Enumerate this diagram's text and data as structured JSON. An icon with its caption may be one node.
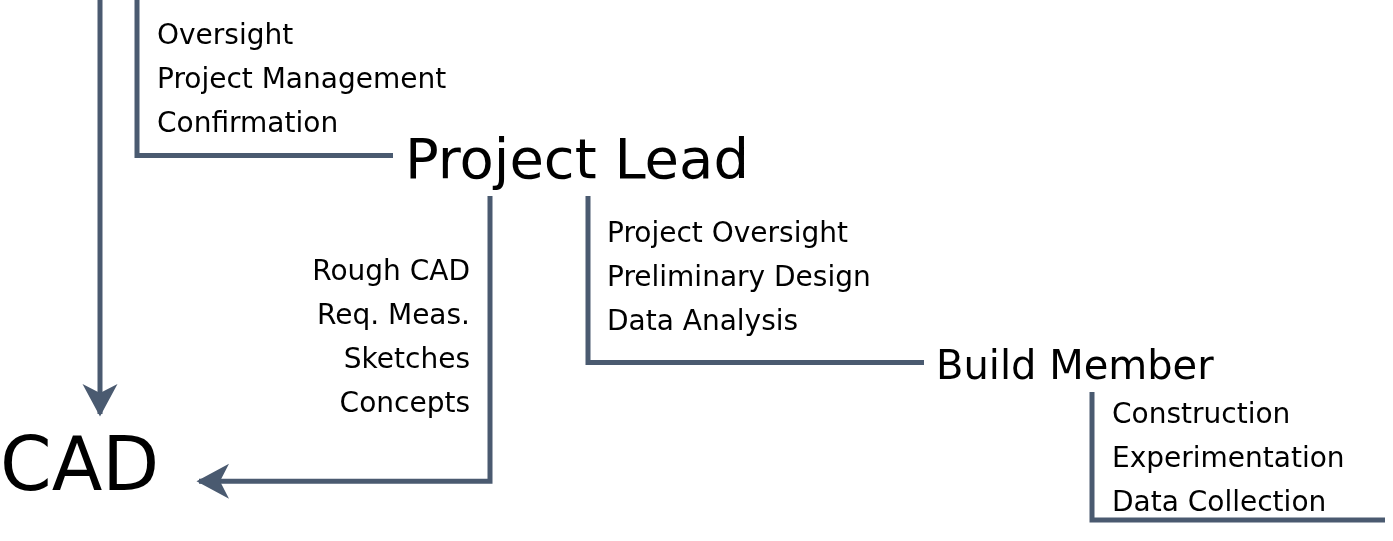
{
  "diagram": {
    "nodes": [
      {
        "text": [
          "Project Lead"
        ]
      },
      {
        "text": [
          "Build Member"
        ]
      },
      {
        "text": [
          "CAD"
        ]
      }
    ],
    "edges": [
      {
        "from": null,
        "to": 2,
        "arrow": "to"
      },
      {
        "from": null,
        "to": 0,
        "arrow": "none"
      },
      {
        "from": 0,
        "to": 2,
        "arrow": "to"
      },
      {
        "from": 0,
        "to": 1,
        "arrow": "none"
      },
      {
        "from": 1,
        "to": null,
        "arrow": "none"
      }
    ],
    "labels": [
      "Oversight",
      "Project Management",
      "Confirmation",
      "Project Oversight",
      "Preliminary Design",
      "Data Analysis",
      "Rough CAD",
      "Req. Meas.",
      "Sketches",
      "Concepts",
      "Construction",
      "Experimentation",
      "Data Collection"
    ]
  }
}
